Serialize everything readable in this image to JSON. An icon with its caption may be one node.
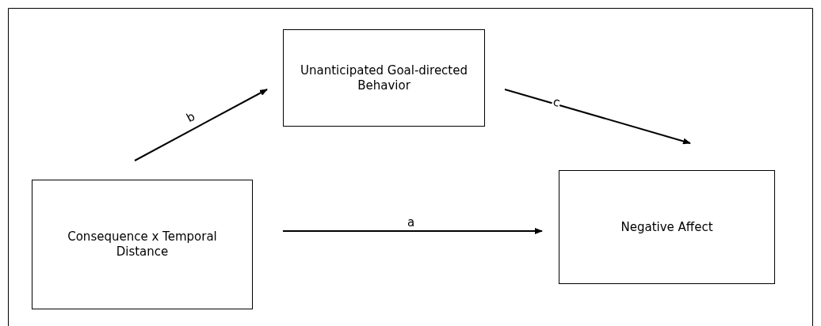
{
  "diagram": {
    "nodes": [
      {
        "text": [
          "Consequence x Temporal Distance"
        ]
      },
      {
        "text": [
          "Unanticipated Goal-directed Behavior"
        ]
      },
      {
        "text": [
          "Negative Affect"
        ]
      }
    ],
    "edges": [
      {
        "from": 0,
        "to": 2,
        "arrow": "to",
        "label": "a"
      },
      {
        "from": 0,
        "to": 1,
        "arrow": "to",
        "label": "b"
      },
      {
        "from": 1,
        "to": 2,
        "arrow": "to",
        "label": "c"
      }
    ]
  }
}
